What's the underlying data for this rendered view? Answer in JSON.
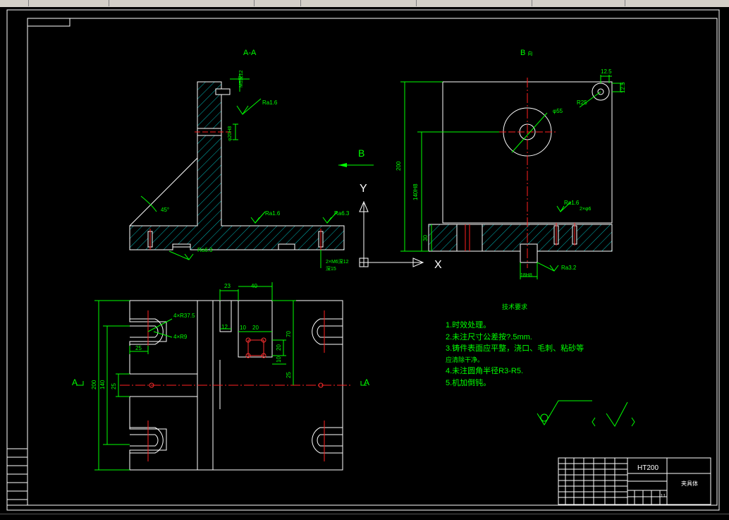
{
  "views": {
    "section_aa": "A-A",
    "view_b": "B",
    "view_b_suffix": "向",
    "arrow_b": "B",
    "axis_y": "Y",
    "axis_x": "X",
    "cut_left": "A",
    "cut_right": "A"
  },
  "dims": {
    "d_m5": "M5深12",
    "d_ra16_a": "Ra1.6",
    "d_phi20": "φ20H8",
    "d_45": "45°",
    "d_ra16_b": "Ra1.6",
    "d_ra63_a": "Ra6.3",
    "d_ra63_b": "Ra6.3",
    "d_2m6": "2×M6深12",
    "d_sub": "深15",
    "d_125": "12.5",
    "d_125b": "12.5",
    "d_r25": "R25",
    "d_phi55": "φ55",
    "d_200v": "200",
    "d_140v": "140H8",
    "d_30": "30",
    "d_ra16_c": "Ra1.6",
    "d_2phi6": "2×φ6",
    "d_ra32": "Ra3.2",
    "d_18": "18H8",
    "d_23": "23",
    "d_40": "40",
    "d_12": "12",
    "d_10": "10",
    "d_20": "20",
    "d_70": "70",
    "d_20b": "20",
    "d_10b": "10",
    "d_25b": "25",
    "d_4r375": "4×R37.5",
    "d_4r9": "4×R9",
    "d_25a": "25",
    "d_200p": "200",
    "d_140p": "140",
    "d_25p": "25"
  },
  "notes": {
    "title": "技术要求",
    "items": [
      "1.时效处理。",
      "2.未注尺寸公差按?.5mm.",
      "3.铸件表面应平整，浇口、毛刺、粘砂等",
      "应清除干净。",
      "4.未注圆角半径R3-R5.",
      "5.机加倒钝。"
    ]
  },
  "titleblock": {
    "material": "HT200",
    "name": "夹具体",
    "scale": "1:1"
  },
  "colors": {
    "ui_gray": "#d4d0c8",
    "background": "#000000",
    "outline": "#ffffff",
    "dimension": "#00ff00",
    "centerline": "#ff0000",
    "hatch": "#00c0c0",
    "note_text": "#00ff00",
    "hole_mark": "#ff4040",
    "axis": "#ffffff"
  }
}
